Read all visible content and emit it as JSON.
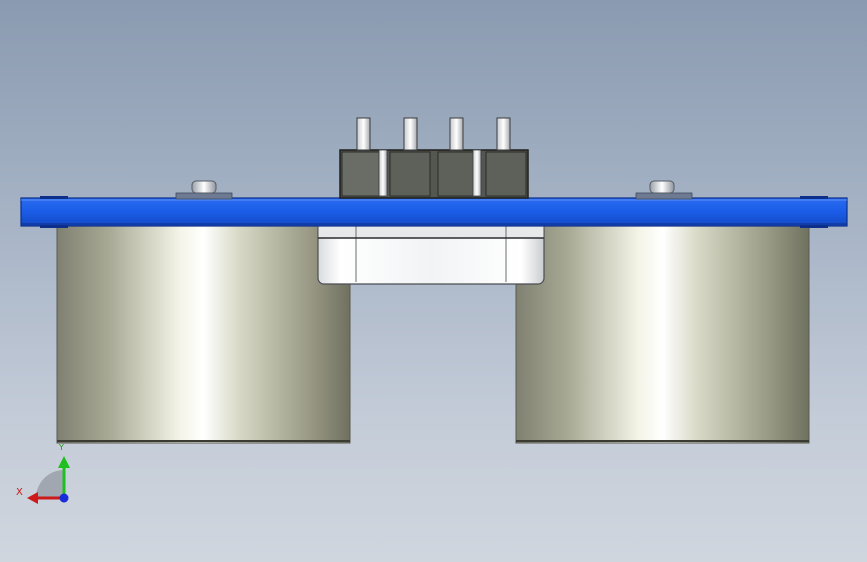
{
  "viewport": {
    "background_top": "#8a9ab0",
    "background_bottom": "#d0d6de"
  },
  "model": {
    "board_color": "#1a5ce6",
    "board_edge_color": "#0d2f8a",
    "transducer_color": "#b9baa8",
    "header_pin_count": 4
  },
  "triad": {
    "x_label": "X",
    "y_label": "Y",
    "x_color": "#cc1a1a",
    "y_color": "#1fbf1f",
    "z_color": "#1a2bd9"
  }
}
